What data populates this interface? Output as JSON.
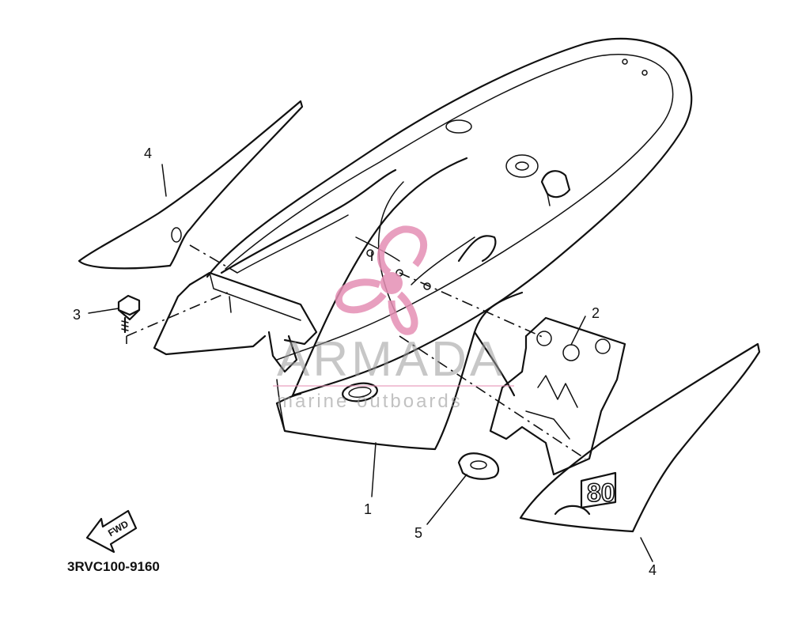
{
  "diagram_code": "3RVC100-9160",
  "fwd_label": "FWD",
  "decal_number": "80",
  "callouts": [
    {
      "id": "1",
      "label": "1"
    },
    {
      "id": "2",
      "label": "2"
    },
    {
      "id": "3",
      "label": "3"
    },
    {
      "id": "4a",
      "label": "4"
    },
    {
      "id": "4b",
      "label": "4"
    },
    {
      "id": "5",
      "label": "5"
    }
  ],
  "watermark": {
    "brand": "ARMADA",
    "tagline": "marine outboards",
    "logo_color": "#e58fb4",
    "text_color": "#9a9a9a"
  },
  "line_color": "#111111"
}
